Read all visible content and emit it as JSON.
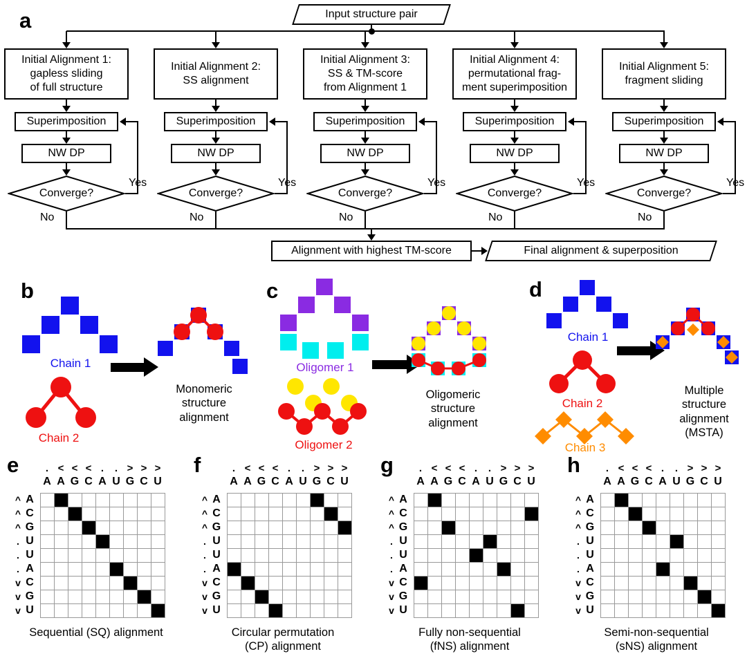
{
  "panel_labels": {
    "a": "a",
    "b": "b",
    "c": "c",
    "d": "d",
    "e": "e",
    "f": "f",
    "g": "g",
    "h": "h"
  },
  "flowchart": {
    "input_label": "Input structure pair",
    "columns": [
      {
        "title": "Initial Alignment 1:\ngapless sliding\nof full structure"
      },
      {
        "title": "Initial Alignment 2:\nSS alignment"
      },
      {
        "title": "Initial Alignment 3:\nSS & TM-score\nfrom Alignment 1"
      },
      {
        "title": "Initial Alignment 4:\npermutational frag-\nment superimposition"
      },
      {
        "title": "Initial Alignment 5:\nfragment sliding"
      }
    ],
    "superimposition_label": "Superimposition",
    "nwdp_label": "NW DP",
    "converge_label": "Converge?",
    "yes_label": "Yes",
    "no_label": "No",
    "highest_tm_label": "Alignment with highest TM-score",
    "final_label": "Final alignment & superposition"
  },
  "cartoons": {
    "b": {
      "chain1_label": "Chain 1",
      "chain2_label": "Chain 2",
      "caption": "Monomeric\nstructure\nalignment"
    },
    "c": {
      "oligomer1_label": "Oligomer 1",
      "oligomer2_label": "Oligomer 2",
      "caption": "Oligomeric\nstructure\nalignment"
    },
    "d": {
      "chain1_label": "Chain 1",
      "chain2_label": "Chain 2",
      "chain3_label": "Chain 3",
      "caption": "Multiple\nstructure\nalignment\n(MSTA)"
    }
  },
  "colors": {
    "blue": "#1212EE",
    "red": "#EE1111",
    "purple": "#8A2BE2",
    "cyan": "#00EEEE",
    "yellow": "#FFE600",
    "orange": "#FF8C00",
    "grid": "#999999"
  },
  "matrices": {
    "col_ss": [
      ".",
      "<",
      "<",
      "<",
      ".",
      ".",
      ">",
      ">",
      ">"
    ],
    "col_seq": [
      "A",
      "A",
      "G",
      "C",
      "A",
      "U",
      "G",
      "C",
      "U"
    ],
    "row_ss": [
      "^",
      "^",
      "^",
      ".",
      ".",
      ".",
      "v",
      "v",
      "v"
    ],
    "row_seq": [
      "A",
      "C",
      "G",
      "U",
      "U",
      "A",
      "C",
      "G",
      "U"
    ],
    "panels": [
      {
        "id": "e",
        "caption": "Sequential (SQ) alignment",
        "filled_cells": [
          [
            0,
            1
          ],
          [
            1,
            2
          ],
          [
            2,
            3
          ],
          [
            3,
            4
          ],
          [
            5,
            5
          ],
          [
            6,
            6
          ],
          [
            7,
            7
          ],
          [
            8,
            8
          ]
        ]
      },
      {
        "id": "f",
        "caption": "Circular permutation\n(CP) alignment",
        "filled_cells": [
          [
            0,
            6
          ],
          [
            1,
            7
          ],
          [
            2,
            8
          ],
          [
            5,
            0
          ],
          [
            6,
            1
          ],
          [
            7,
            2
          ],
          [
            8,
            3
          ]
        ]
      },
      {
        "id": "g",
        "caption": "Fully non-sequential\n(fNS) alignment",
        "filled_cells": [
          [
            0,
            1
          ],
          [
            1,
            8
          ],
          [
            2,
            2
          ],
          [
            3,
            5
          ],
          [
            4,
            4
          ],
          [
            5,
            6
          ],
          [
            6,
            0
          ],
          [
            8,
            7
          ]
        ]
      },
      {
        "id": "h",
        "caption": "Semi-non-sequential\n(sNS) alignment",
        "filled_cells": [
          [
            0,
            1
          ],
          [
            1,
            2
          ],
          [
            2,
            3
          ],
          [
            3,
            5
          ],
          [
            5,
            4
          ],
          [
            6,
            6
          ],
          [
            7,
            7
          ],
          [
            8,
            8
          ]
        ]
      }
    ]
  }
}
